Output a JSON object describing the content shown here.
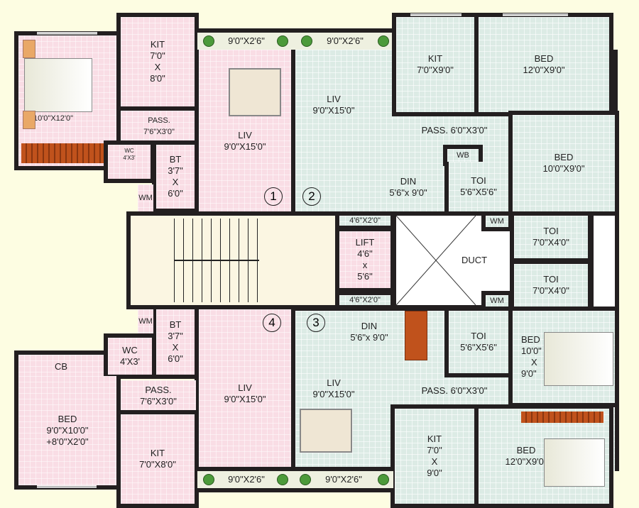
{
  "colors": {
    "flat_a": "#f9dde5",
    "flat_b": "#dcebe5",
    "walls": "#231f20",
    "background": "#fdfde2"
  },
  "flat_numbers": [
    "1",
    "2",
    "3",
    "4"
  ],
  "flat1": {
    "bed": {
      "label": "",
      "dims": "10'0\"X12'0\""
    },
    "kit": {
      "label": "KIT",
      "l1": "7'0\"",
      "x": "X",
      "l2": "8'0\""
    },
    "pass": {
      "label": "PASS.",
      "dims": "7'6\"X3'0\""
    },
    "wc": {
      "label": "WC",
      "dims": "4'X3'"
    },
    "bt": {
      "label": "BT",
      "l1": "3'7\"",
      "x": "X",
      "l2": "6'0\""
    },
    "wm": "WM",
    "liv": {
      "label": "LIV",
      "dims": "9'0\"X15'0\""
    },
    "balcony": "9'0\"X2'6\""
  },
  "flat2": {
    "balcony": "9'0\"X2'6\"",
    "liv": {
      "label": "LIV",
      "dims": "9'0\"X15'0\""
    },
    "kit": {
      "label": "KIT",
      "dims": "7'0\"X9'0\""
    },
    "bed1": {
      "label": "BED",
      "dims": "12'0\"X9'0\""
    },
    "pass": "PASS. 6'0\"X3'0\"",
    "wb": "WB",
    "toi": {
      "label": "TOI",
      "dims": "5'6\"X5'6\""
    },
    "din": {
      "label": "DIN",
      "dims": "5'6\"x 9'0\""
    },
    "bed2": {
      "label": "BED",
      "dims": "10'0\"X9'0\""
    }
  },
  "core": {
    "lobby_top": "4'6\"X2'0\"",
    "lobby_bottom": "4'6\"X2'0\"",
    "lift": {
      "label": "LIFT",
      "l1": "4'6\"",
      "x": "x",
      "l2": "5'6\""
    },
    "duct": "DUCT",
    "wm_top": "WM",
    "wm_bottom": "WM",
    "toi1": {
      "label": "TOI",
      "dims": "7'0\"X4'0\""
    },
    "toi2": {
      "label": "TOI",
      "dims": "7'0\"X4'0\""
    }
  },
  "flat3": {
    "din": {
      "label": "DIN",
      "dims": "5'6\"x 9'0\""
    },
    "toi": {
      "label": "TOI",
      "dims": "5'6\"X5'6\""
    },
    "bed1": {
      "label": "BED",
      "l1": "10'0\"",
      "x": "X",
      "l2": "9'0\""
    },
    "pass": "PASS. 6'0\"X3'0\"",
    "liv": {
      "label": "LIV",
      "dims": "9'0\"X15'0\""
    },
    "kit": {
      "label": "KIT",
      "l1": "7'0\"",
      "x": "X",
      "l2": "9'0\""
    },
    "bed2": {
      "label": "BED",
      "dims": "12'0\"X9'0\""
    },
    "balcony": "9'0\"X2'6\""
  },
  "flat4": {
    "wm": "WM",
    "bt": {
      "label": "BT",
      "l1": "3'7\"",
      "x": "X",
      "l2": "6'0\""
    },
    "wc": {
      "label": "WC",
      "dims": "4'X3'"
    },
    "cb": "CB",
    "bed": {
      "label": "BED",
      "l1": "9'0\"X10'0\"",
      "l2": "+8'0\"X2'0\""
    },
    "pass": {
      "label": "PASS.",
      "dims": "7'6\"X3'0\""
    },
    "kit": {
      "label": "KIT",
      "dims": "7'0\"X8'0\""
    },
    "liv": {
      "label": "LIV",
      "dims": "9'0\"X15'0\""
    },
    "balcony": "9'0\"X2'6\""
  }
}
